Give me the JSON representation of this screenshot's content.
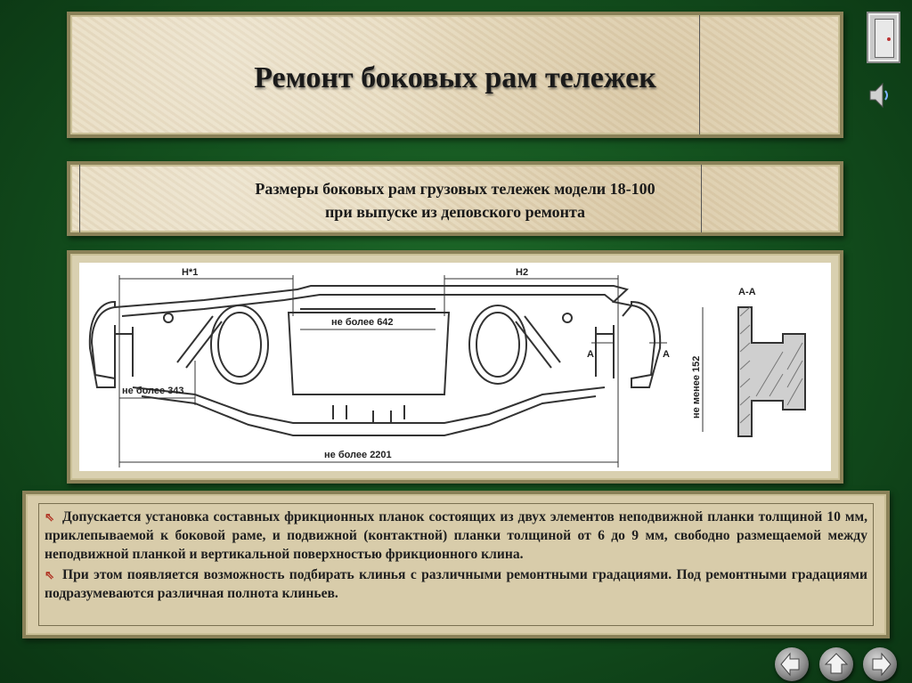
{
  "slide": {
    "title": "Ремонт боковых рам тележек",
    "subtitle_line1": "Размеры боковых рам грузовых тележек модели 18-100",
    "subtitle_line2": "при выпуске из деповского ремонта"
  },
  "diagram": {
    "labels": {
      "h1": "H*1",
      "h2": "H2",
      "max_642": "не более 642",
      "max_343": "не более 343",
      "max_2201": "не более 2201",
      "section_a_left": "А",
      "section_a_right": "А",
      "section_title": "А-А",
      "min_152": "не менее 152"
    }
  },
  "text": {
    "bullet_symbol": "⇖",
    "paragraphs": [
      "Допускается установка составных фрикционных планок состоящих из двух элементов неподвижной планки толщиной 10 мм, приклепываемой к боковой раме, и подвижной (контактной) планки толщиной от 6 до 9 мм, свободно размещаемой между неподвижной планкой и вертикальной поверхностью фрикционного клина.",
      "При этом появляется возможность подбирать клинья с различными ремонтными градациями. Под ремонтными градациями подразумеваются различная полнота клиньев."
    ]
  },
  "controls": {
    "exit_icon": "exit-door-icon",
    "sound_icon": "speaker-icon",
    "back_icon": "arrow-left-icon",
    "home_icon": "arrow-up-icon",
    "forward_icon": "arrow-right-icon"
  }
}
